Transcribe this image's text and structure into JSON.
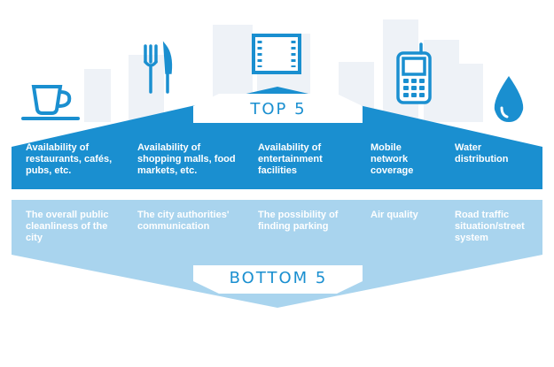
{
  "top": {
    "title": "TOP 5",
    "items": [
      "Availability of restaurants, cafés, pubs, etc.",
      "Availability of shopping malls, food markets, etc.",
      "Availability of entertainment facilities",
      "Mobile network coverage",
      "Water distribution"
    ],
    "icons": [
      "coffee-cup-icon",
      "cutlery-icon",
      "film-strip-icon",
      "mobile-phone-icon",
      "water-drop-icon"
    ]
  },
  "bottom": {
    "title": "BOTTOM 5",
    "items": [
      "The overall public cleanliness of the city",
      "The city authorities' communication",
      "The possibility of finding parking",
      "Air quality",
      "Road traffic situation/street system"
    ]
  },
  "colors": {
    "top_band": "#1a8fd0",
    "bottom_band": "#a9d4ee",
    "buildings": "#eef2f7",
    "icon": "#1a8fd0"
  }
}
